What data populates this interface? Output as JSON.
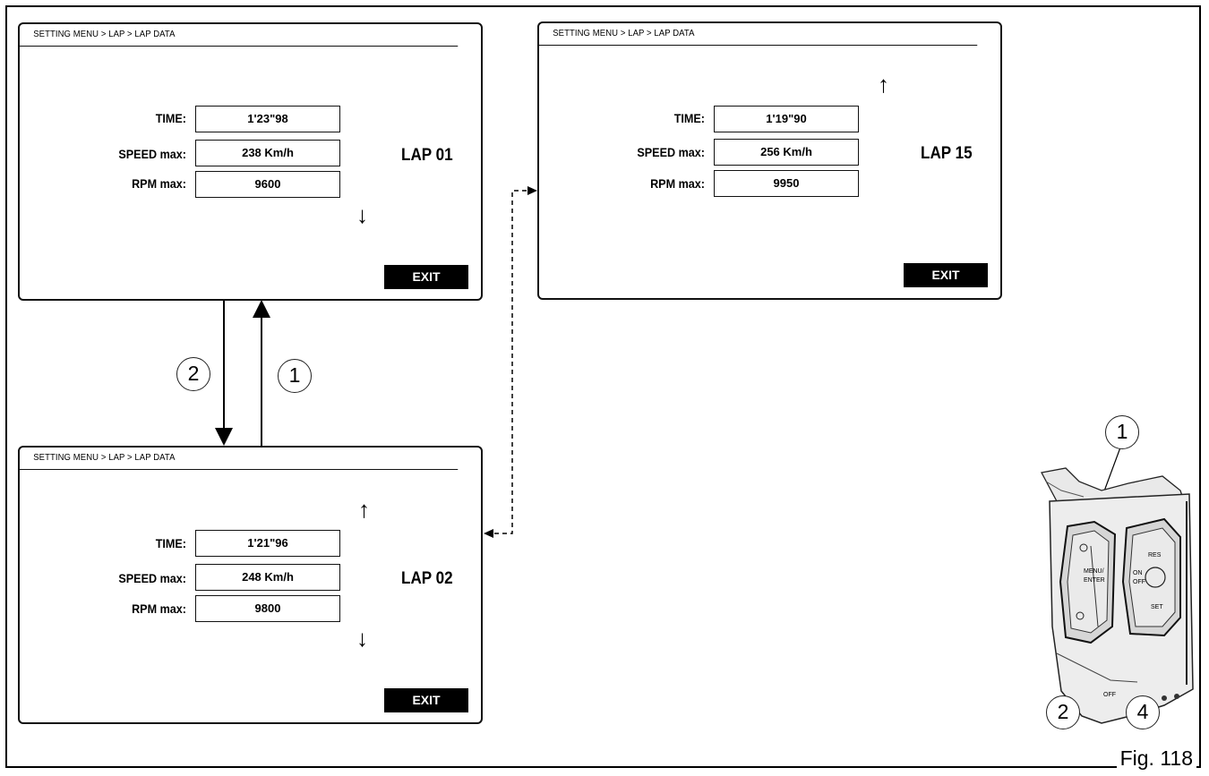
{
  "screens": {
    "lap01": {
      "breadcrumb": "SETTING MENU > LAP > LAP DATA",
      "time_label": "TIME:",
      "time_value": "1'23\"98",
      "speed_label": "SPEED max:",
      "speed_value": "238  Km/h",
      "rpm_label": "RPM max:",
      "rpm_value": "9600",
      "lap_label": "LAP 01",
      "exit_label": "EXIT"
    },
    "lap15": {
      "breadcrumb": "SETTING MENU > LAP > LAP DATA",
      "time_label": "TIME:",
      "time_value": "1'19\"90",
      "speed_label": "SPEED max:",
      "speed_value": "256  Km/h",
      "rpm_label": "RPM max:",
      "rpm_value": "9950",
      "lap_label": "LAP 15",
      "exit_label": "EXIT"
    },
    "lap02": {
      "breadcrumb": "SETTING MENU > LAP > LAP DATA",
      "time_label": "TIME:",
      "time_value": "1'21\"96",
      "speed_label": "SPEED max:",
      "speed_value": "248  Km/h",
      "rpm_label": "RPM max:",
      "rpm_value": "9800",
      "lap_label": "LAP 02",
      "exit_label": "EXIT"
    }
  },
  "callouts": {
    "button_up": "1",
    "button_down": "2",
    "button_menu": "4"
  },
  "switch_labels": {
    "menu_enter": "MENU/ ENTER",
    "res": "RES",
    "on_off": "ON OFF",
    "set": "SET",
    "off": "OFF"
  },
  "figure_label": "Fig. 118",
  "arrows": {
    "up": "↑",
    "down": "↓"
  }
}
